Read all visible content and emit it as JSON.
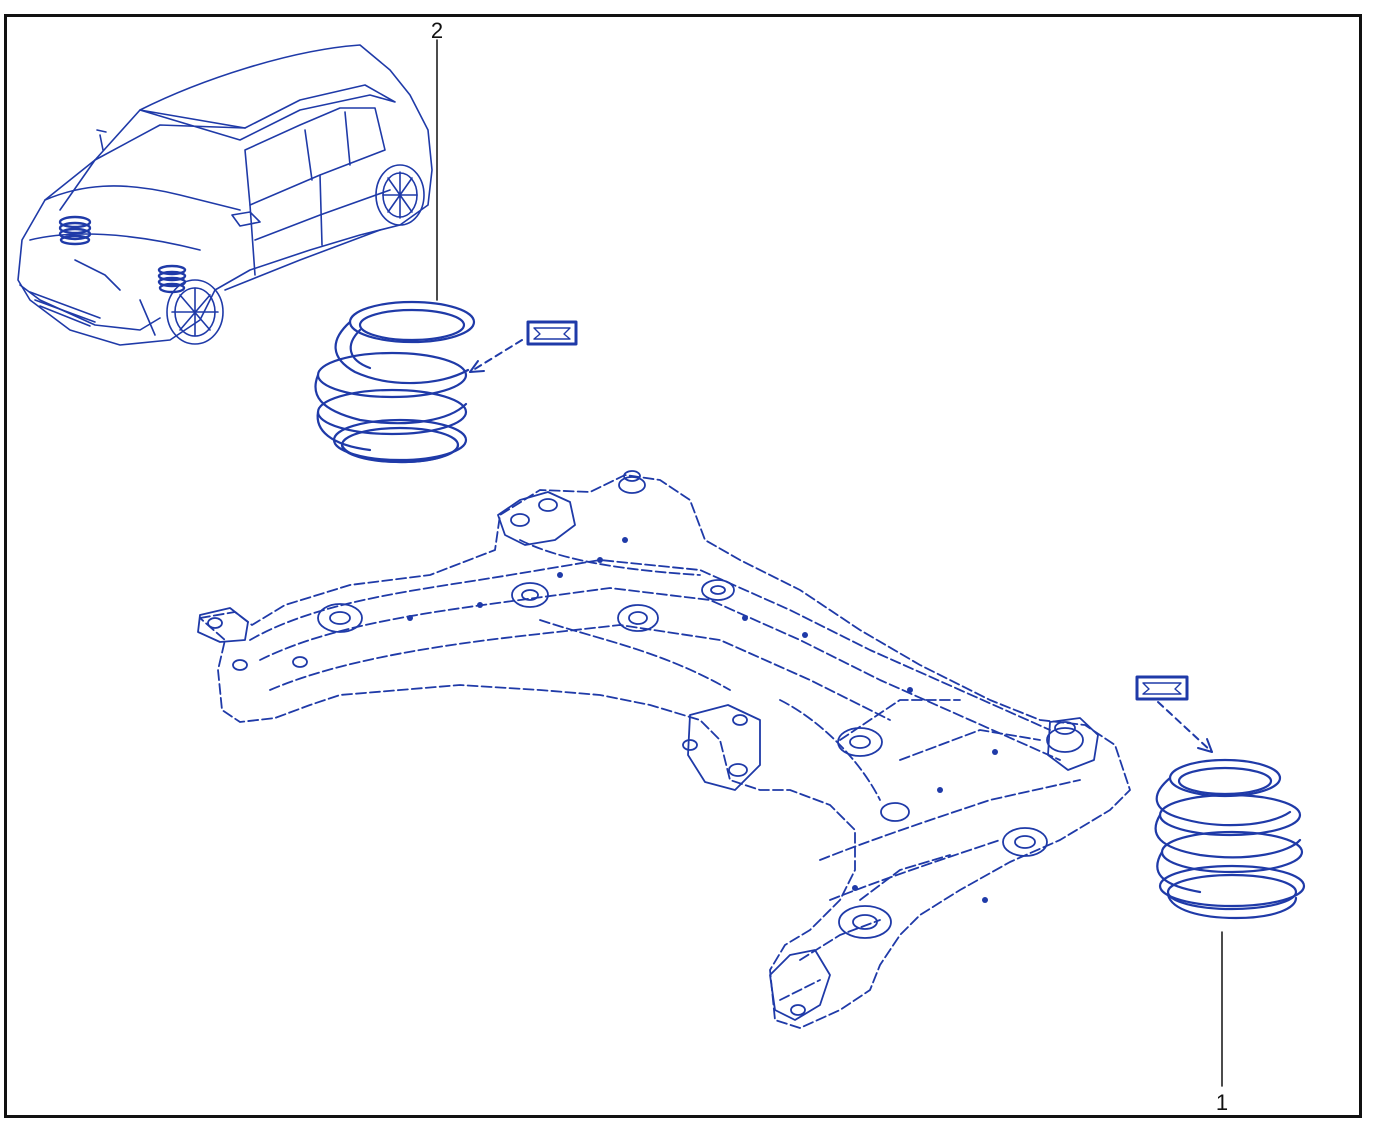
{
  "callouts": [
    {
      "id": "1",
      "label": "1"
    },
    {
      "id": "2",
      "label": "2"
    }
  ],
  "colors": {
    "line_art": "#1f3aa8",
    "callout": "#111111",
    "frame": "#111111",
    "background": "#ffffff"
  },
  "icons": {
    "part_symbol": "rectangular-tag-icon"
  }
}
